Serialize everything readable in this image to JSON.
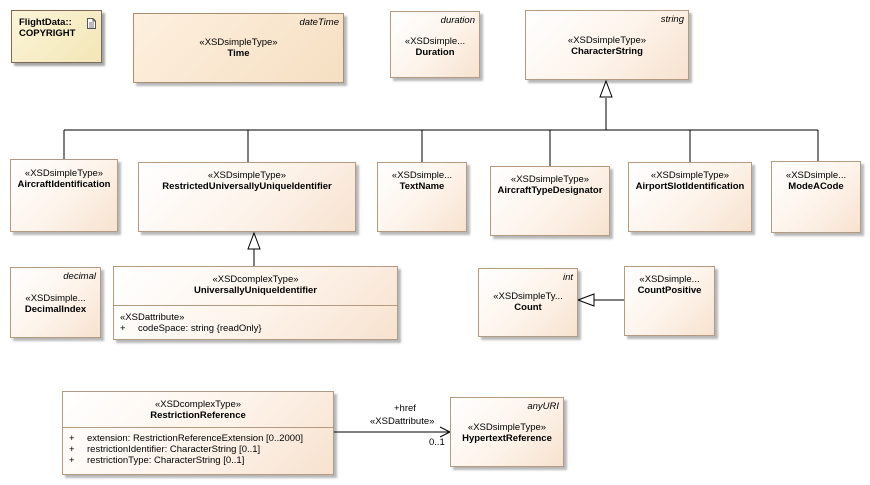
{
  "package_note": {
    "line1": "FlightData::",
    "line2": "COPYRIGHT"
  },
  "classes": {
    "time": {
      "tag": "dateTime",
      "stereotype": "«XSDsimpleType»",
      "name": "Time"
    },
    "duration": {
      "tag": "duration",
      "stereotype": "«XSDsimple...",
      "name": "Duration"
    },
    "character_string": {
      "tag": "string",
      "stereotype": "«XSDsimpleType»",
      "name": "CharacterString"
    },
    "aircraft_identification": {
      "stereotype": "«XSDsimpleType»",
      "name": "AircraftIdentification"
    },
    "restricted_uuid": {
      "stereotype": "«XSDsimpleType»",
      "name": "RestrictedUniversallyUniqueIdentifier"
    },
    "text_name": {
      "stereotype": "«XSDsimple...",
      "name": "TextName"
    },
    "aircraft_type_designator": {
      "stereotype": "«XSDsimpleType»",
      "name": "AircraftTypeDesignator"
    },
    "airport_slot_identification": {
      "stereotype": "«XSDsimpleType»",
      "name": "AirportSlotIdentification"
    },
    "mode_a_code": {
      "stereotype": "«XSDsimple...",
      "name": "ModeACode"
    },
    "decimal_index": {
      "tag": "decimal",
      "stereotype": "«XSDsimple...",
      "name": "DecimalIndex"
    },
    "uuid": {
      "stereotype": "«XSDcomplexType»",
      "name": "UniversallyUniqueIdentifier",
      "attr_stereotype": "«XSDattribute»",
      "attributes": [
        {
          "visibility": "+",
          "text": "codeSpace: string {readOnly}"
        }
      ]
    },
    "count": {
      "tag": "int",
      "stereotype": "«XSDsimpleTy...",
      "name": "Count"
    },
    "count_positive": {
      "stereotype": "«XSDsimple...",
      "name": "CountPositive"
    },
    "restriction_reference": {
      "stereotype": "«XSDcomplexType»",
      "name": "RestrictionReference",
      "attributes": [
        {
          "visibility": "+",
          "text": "extension: RestrictionReferenceExtension [0..2000]"
        },
        {
          "visibility": "+",
          "text": "restrictionIdentifier: CharacterString [0..1]"
        },
        {
          "visibility": "+",
          "text": "restrictionType: CharacterString [0..1]"
        }
      ]
    },
    "hypertext_reference": {
      "tag": "anyURI",
      "stereotype": "«XSDsimpleType»",
      "name": "HypertextReference"
    }
  },
  "association": {
    "role": "+href",
    "stereotype": "«XSDattribute»",
    "multiplicity": "0..1"
  },
  "colors": {
    "class_border": "#b59a82",
    "class_fill": "#f7e2cf",
    "note_fill": "#f3e6b6"
  }
}
